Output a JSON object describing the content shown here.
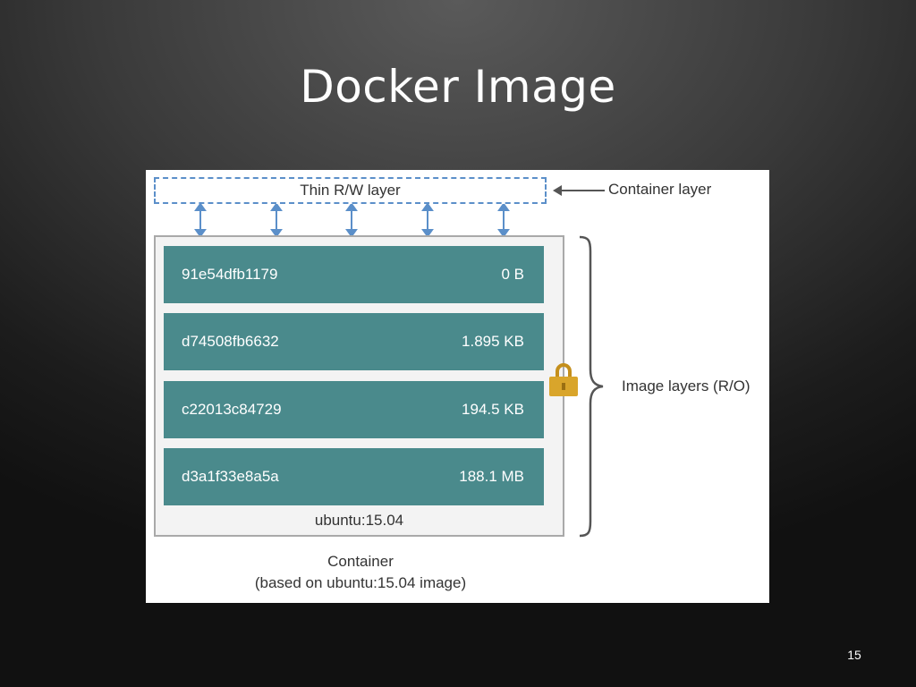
{
  "slide": {
    "title": "Docker Image",
    "page_number": "15"
  },
  "diagram": {
    "rw_layer": "Thin R/W layer",
    "container_layer_label": "Container layer",
    "image_layers_label": "Image layers (R/O)",
    "layers": [
      {
        "id": "91e54dfb1179",
        "size": "0 B"
      },
      {
        "id": "d74508fb6632",
        "size": "1.895 KB"
      },
      {
        "id": "c22013c84729",
        "size": "194.5 KB"
      },
      {
        "id": "d3a1f33e8a5a",
        "size": "188.1 MB"
      }
    ],
    "base_image": "ubuntu:15.04",
    "caption_line1": "Container",
    "caption_line2": "(based on ubuntu:15.04 image)",
    "colors": {
      "layer_fill": "#4a8a8c",
      "dashed_border": "#5b8fc9",
      "arrow": "#5b8fc9",
      "lock": "#d9a52b"
    },
    "icons": [
      "lock-icon",
      "double-arrow-icon",
      "left-arrow-icon",
      "right-brace"
    ]
  }
}
